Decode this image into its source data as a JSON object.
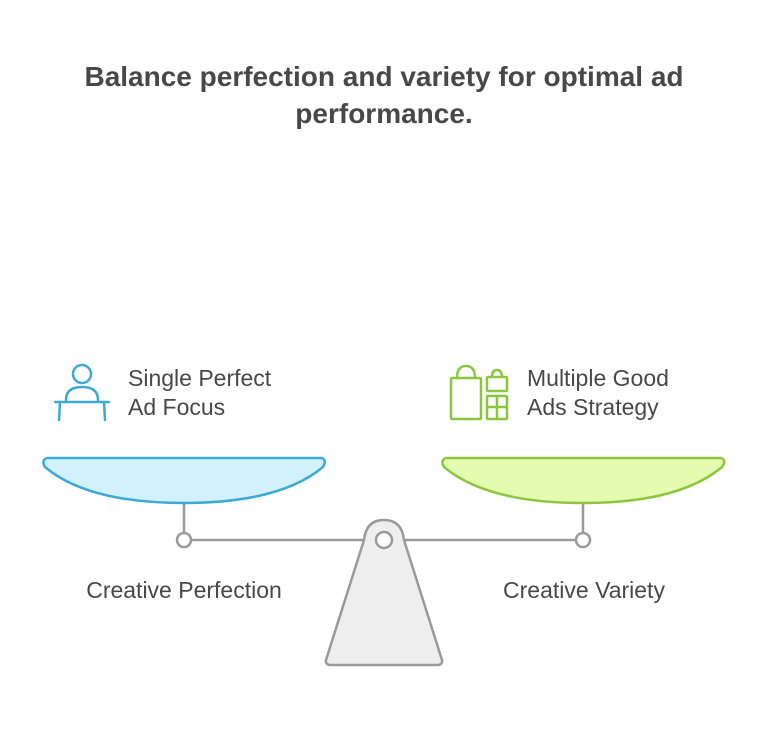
{
  "title": "Balance perfection and variety for optimal ad performance.",
  "left": {
    "option_label": "Single Perfect\nAd Focus",
    "icon": "person-at-desk-icon",
    "pan_label": "Creative Perfection",
    "color": "#3fa9d6",
    "fill": "#d2f1fc"
  },
  "right": {
    "option_label": "Multiple Good\nAds Strategy",
    "icon": "shopping-bags-icon",
    "pan_label": "Creative Variety",
    "color": "#8cc63f",
    "fill": "#e4fbb0"
  },
  "fulcrum_color": "#9a9a9a"
}
